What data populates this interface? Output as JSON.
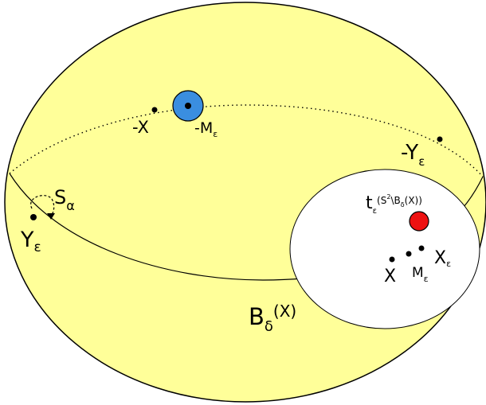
{
  "colors": {
    "sphere_fill": "#ffff99",
    "background": "#ffffff",
    "stroke": "#000000",
    "blue_dot": "#3a8ee0",
    "red_dot": "#ee1111",
    "ball_fill": "#ffffff"
  },
  "labels": {
    "minus_x": "-X",
    "minus_m": "-M",
    "minus_y": "-Y",
    "eps": "ε",
    "s": "S",
    "alpha": "α",
    "y": "Y",
    "x": "X",
    "m": "M",
    "b": "B",
    "delta": "δ",
    "b_arg": "(X)",
    "t": "t",
    "t_arg": "(S",
    "t_sup": "2",
    "t_rest": "\\B",
    "t_close": "(X))"
  }
}
